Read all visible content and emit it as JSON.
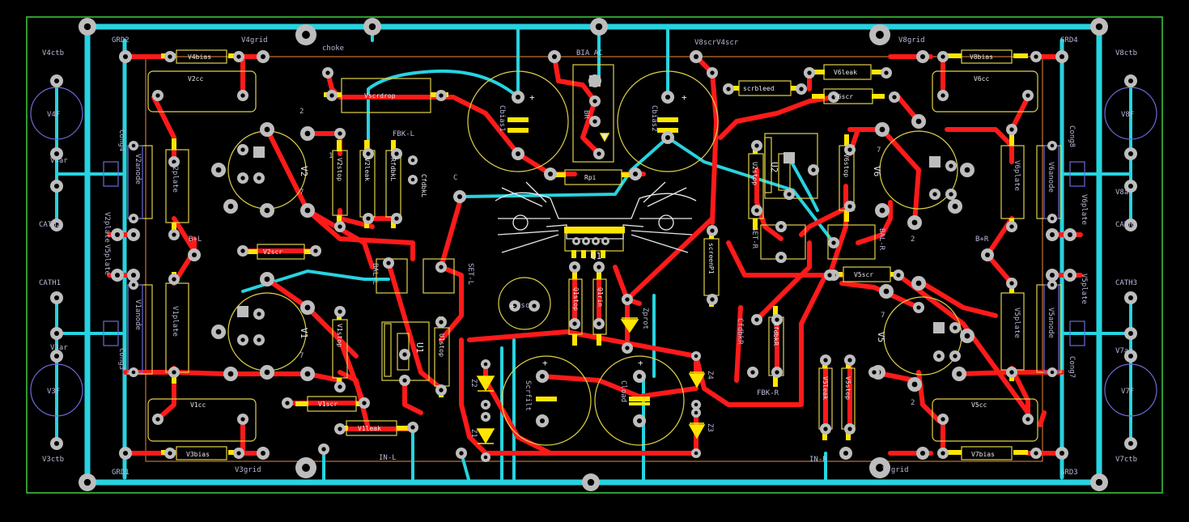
{
  "colors": {
    "background": "#000000",
    "board_outline": "#3ecf3e",
    "keepout": "#f08a3a",
    "top_copper": "#ff1a1a",
    "bottom_copper": "#27d3e0",
    "silkscreen": "#e0d24a",
    "pad": "#bdbdbd",
    "label": "#b8b8d8"
  },
  "labels": {
    "v4ctb": "V4ctb",
    "v4f": "V4F",
    "v4ar": "V4ar",
    "cath2": "CATH2",
    "cath1": "CATH1",
    "v3ar": "V3ar",
    "v3f": "V3F",
    "v3ctb": "V3ctb",
    "v8ctb": "V8ctb",
    "v8f": "V8F",
    "v8ar": "V8ar",
    "cath4": "CATH4",
    "cath3": "CATH3",
    "v7ar": "V7ar",
    "v7f": "V7F",
    "v7ctb": "V7ctb",
    "grd2": "GRD2",
    "v4grid": "V4grid",
    "v4bias": "V4bias",
    "v2cc": "V2cc",
    "v2plate": "V2plate",
    "v2anode": "V2anode",
    "v2plateref": "V2plate",
    "cong4": "Cong4",
    "v2label": "V2",
    "v2stop": "V2stop",
    "v2leak": "V2leak",
    "rfdbkl": "RfdbkL",
    "cfdbkl": "CfdbkL",
    "fbkl": "FBK-L",
    "v2scr": "V2scr",
    "bplus_left": "B+L",
    "v1plate": "V1plate",
    "v1anode": "V1anode",
    "cong3": "Cong3",
    "v1label": "V1",
    "v1stop": "V1stop",
    "v1cc": "V1cc",
    "v1scr": "V1scr",
    "v1leak": "V1leak",
    "v3bias": "V3bias",
    "grd1": "GRD1",
    "v3grid": "V3grid",
    "inl": "IN-L",
    "u1": "U1",
    "u1stop": "U1stop",
    "ball": "BAL-L",
    "setl": "SET-L",
    "choke": "choke",
    "vscrdrop": "Vscrdrop",
    "cbias1": "Cbias1",
    "bias_ac": "BIA AC",
    "br": "BR",
    "rpi": "Rpi",
    "cbias2": "Cbias2",
    "q1": "Q1",
    "q1stop": "Q1stop",
    "q1rin": "Q1rin",
    "zprot": "Zprot",
    "cscr": "Cscr",
    "scrfilt": "Scrfilt",
    "cload": "Cload",
    "z1": "Z1",
    "z2": "Z2",
    "z3": "Z3",
    "z4": "Z4",
    "c": "C",
    "screenp1": "screenP1",
    "v8grid": "V8grid",
    "v6scr_v4scr": "V8scrV4scr",
    "scrbleed": "scrbleed",
    "v6leak": "V6leak",
    "v6scr": "V6scr",
    "u2": "U2",
    "u2stop": "U2stop",
    "v6stop": "V6stop",
    "v6label": "V6",
    "setr": "SET-R",
    "balr": "BAL-R",
    "cfdbkr": "CfdbkR",
    "rfdbkr": "RfdbkR",
    "fbkr": "FBK-R",
    "v5scr": "V5scr",
    "v5label": "V5",
    "v5leak": "V5leak",
    "v5stop": "V5stop",
    "inr": "IN-R",
    "v7grid": "V7grid",
    "v7bias": "V7bias",
    "grd3": "GRD3",
    "v5cc": "V5cc",
    "v8bias": "V8bias",
    "grd4": "GRD4",
    "v6cc": "V6cc",
    "v6plate": "V6plate",
    "v6anode": "V6anode",
    "cong8": "Cong8",
    "bplus_right": "B+R",
    "v5plate": "V5plate",
    "v5anode": "V5anode",
    "cong7": "Cong7",
    "v6plate_ref": "V6plate",
    "v5plate_ref": "V5plate",
    "v5plate_side": "V5plate",
    "pin7": "7",
    "pin2": "2",
    "pin1": "1",
    "plus": "+"
  }
}
